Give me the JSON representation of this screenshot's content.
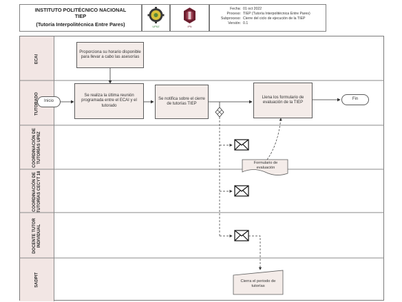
{
  "header": {
    "institution": "INSTITUTO POLITÉCNICO NACIONAL",
    "program": "TIEP",
    "program_full": "(Tutoría Interpolitécnica Entre Pares)",
    "logo_left_label": "UPIIZ",
    "logo_right_label": "IPN",
    "meta": {
      "fecha_label": "Fecha:",
      "fecha": "01 oct 2022",
      "proceso_label": "Proceso:",
      "proceso": "TIEP (Tutoría Interpolitécnica Entre Pares)",
      "subproceso_label": "Subproceso:",
      "subproceso": "Cierre del ciclo de ejecución de la TIEP",
      "version_label": "Versión:",
      "version": "0.1"
    }
  },
  "lanes": [
    {
      "label": "ECAI"
    },
    {
      "label": "TUTORADO"
    },
    {
      "label": "COORDINACIÓN DE\nTUTORÍAS UPIIZ"
    },
    {
      "label": "COORDINACIÓN DE\nTUTORÍAS CECYT 18"
    },
    {
      "label": "DOCENTE TUTOR\nINDIVIDUAL"
    },
    {
      "label": "SADPIT"
    }
  ],
  "nodes": {
    "ecai_task": "Proporciona su horario disponible para llevar a cabo las asesorías",
    "start": "Inicio",
    "meeting": "Se realiza la última reunión programada entre el ECAI y el tutorado",
    "notify": "Se notifica sobre el cierre de tutorías TIEP",
    "fill_form": "Llena los formulario de evaluación de la TIEP",
    "end": "Fin",
    "form_doc": "Formulario de evaluación",
    "close_period": "Cierra el periodo de tutorías"
  }
}
